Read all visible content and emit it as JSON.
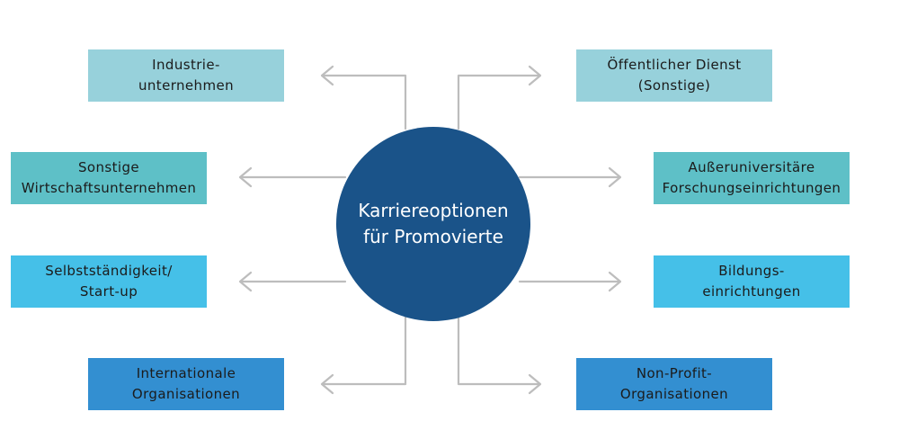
{
  "hub": {
    "line1": "Karriereoptionen",
    "line2": "für  Promovierte",
    "color": "#1a5389"
  },
  "connector_color": "#bdbdbd",
  "options": {
    "top_left": {
      "line1": "Industrie-",
      "line2": "unternehmen",
      "color": "#97d1db"
    },
    "top_right": {
      "line1": "Öffentlicher Dienst",
      "line2": "(Sonstige)",
      "color": "#97d1db"
    },
    "upper_left": {
      "line1": "Sonstige",
      "line2": "Wirtschaftsunternehmen",
      "color": "#5ec0c7"
    },
    "upper_right": {
      "line1": "Außeruniversitäre",
      "line2": "Forschungseinrichtungen",
      "color": "#5ec0c7"
    },
    "lower_left": {
      "line1": "Selbstständigkeit/",
      "line2": "Start-up",
      "color": "#45c0e8"
    },
    "lower_right": {
      "line1": "Bildungs-",
      "line2": "einrichtungen",
      "color": "#45c0e8"
    },
    "bottom_left": {
      "line1": "Internationale",
      "line2": "Organisationen",
      "color": "#338fd1"
    },
    "bottom_right": {
      "line1": "Non-Profit-",
      "line2": "Organisationen",
      "color": "#338fd1"
    }
  }
}
